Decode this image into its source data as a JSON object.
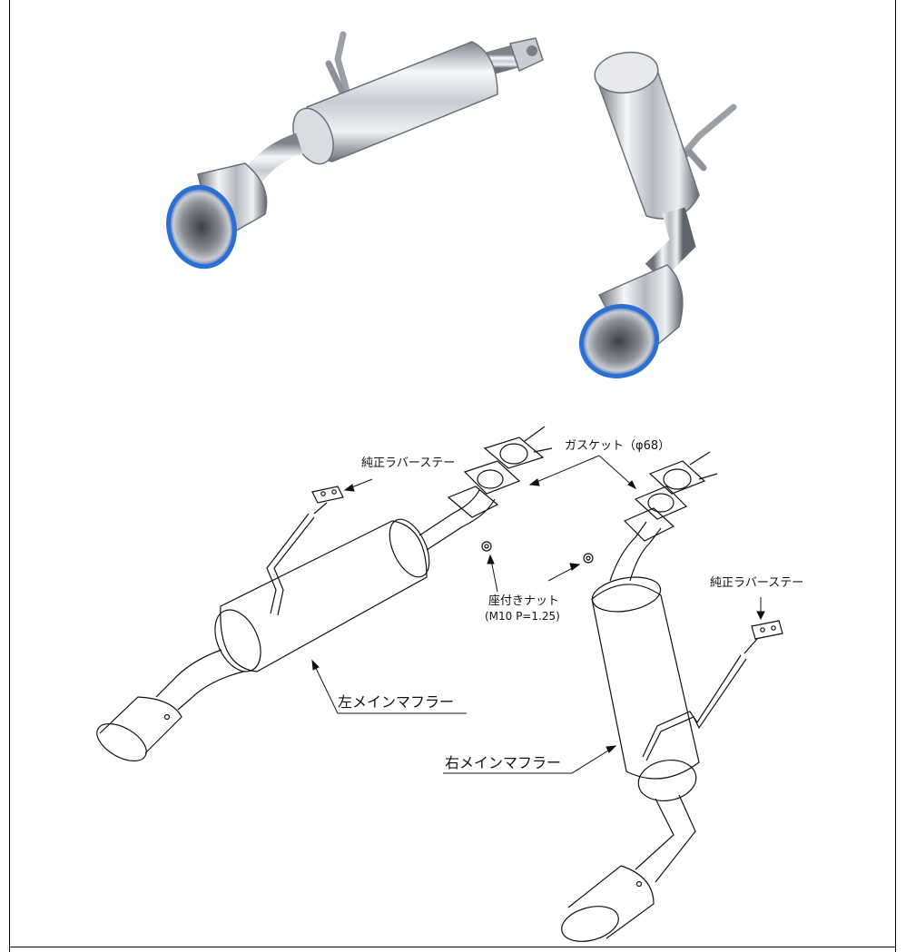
{
  "labels": {
    "gasket": "ガスケット（φ68）",
    "rubber_stay_left": "純正ラバーステー",
    "rubber_stay_right": "純正ラバーステー",
    "flange_nut": "座付きナット",
    "nut_spec": "(M10 P=1.25)",
    "left_muffler": "左メインマフラー",
    "right_muffler": "右メインマフラー"
  },
  "colors": {
    "steel_light": "#f2f3f5",
    "steel_mid": "#b9bdc4",
    "steel_dark": "#5a5f68",
    "titanium_blue": "#2a6fd1",
    "line": "#111111"
  }
}
